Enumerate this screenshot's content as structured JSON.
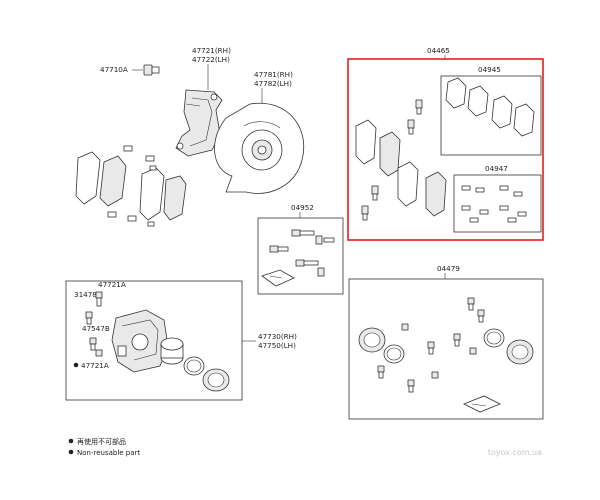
{
  "labels": {
    "kit_main": "04465",
    "kit_pads_a": "04945",
    "kit_pads_b": "04947",
    "kit_guide": "04952",
    "kit_seal": "04479",
    "bolt": "47710A",
    "mount_rh": "47721(RH)",
    "mount_lh": "47722(LH)",
    "shield_rh": "47781(RH)",
    "shield_lh": "47782(LH)",
    "caliper_rh": "47730(RH)",
    "caliper_lh": "47750(LH)",
    "cap": "31478B",
    "pin_top": "47721A",
    "bleeder": "47547B",
    "pin_bottom": "47721A"
  },
  "legend": {
    "line_cn": "再使用不可部品",
    "line_en": "Non-reusable part"
  },
  "watermark": "toyox.com.ua",
  "colors": {
    "highlight_box": "#e02020",
    "ink": "#333333"
  }
}
